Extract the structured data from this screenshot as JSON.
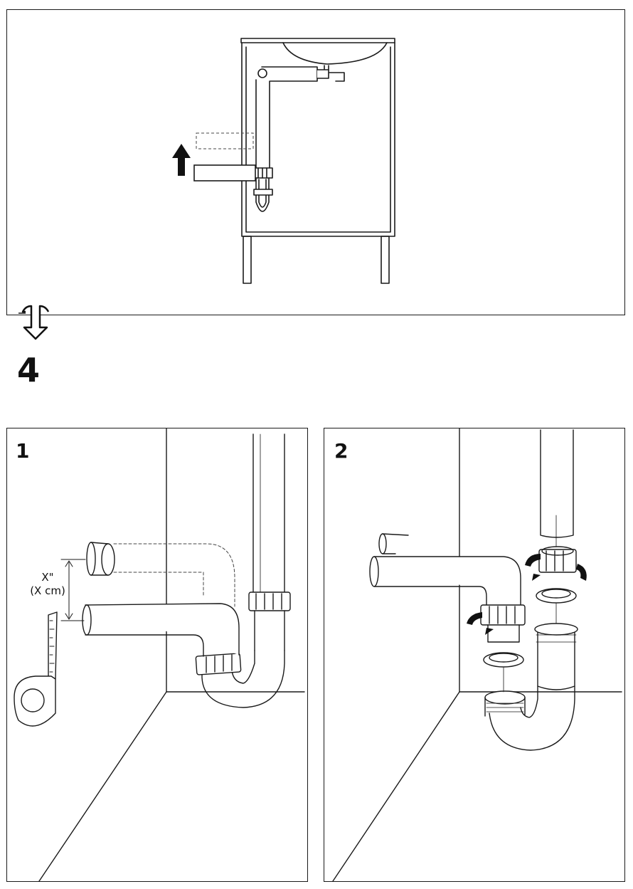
{
  "step": {
    "number": "4"
  },
  "panels": [
    {
      "label": "1",
      "measurement": {
        "line1": "X\"",
        "line2": "(X cm)"
      }
    },
    {
      "label": "2"
    }
  ],
  "icons": {
    "up_arrow": "up-arrow-icon",
    "next_step_arrow": "down-arrow-icon",
    "rotate_arrow": "rotate-arrow-icon"
  }
}
